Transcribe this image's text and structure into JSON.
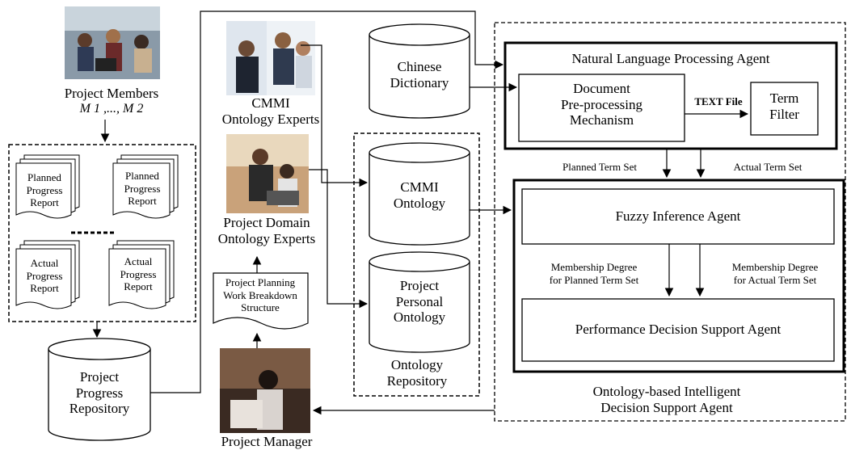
{
  "members": {
    "title": "Project Members",
    "subscript": "M 1 ,..., M 2"
  },
  "reports": {
    "planned_1": "Planned\nProgress\nReport",
    "planned_2": "Planned\nProgress\nReport",
    "actual_1": "Actual\nProgress\nReport",
    "actual_2": "Actual\nProgress\nReport"
  },
  "progress_repository": "Project\nProgress\nRepository",
  "cmmi_experts": "CMMI\nOntology Experts",
  "domain_experts": "Project Domain\nOntology Experts",
  "wbs": "Project Planning\nWork Breakdown\nStructure",
  "project_manager": "Project Manager",
  "chinese_dictionary": "Chinese\nDictionary",
  "cmmi_ontology": "CMMI\nOntology",
  "personal_ontology": "Project\nPersonal\nOntology",
  "ontology_repository": "Ontology\nRepository",
  "nlp_agent": {
    "title": "Natural Language Processing Agent",
    "doc_mechanism": "Document\nPre-processing\nMechanism",
    "text_file": "TEXT File",
    "term_filter": "Term\nFilter"
  },
  "planned_term_set": "Planned Term Set",
  "actual_term_set": "Actual Term Set",
  "fuzzy_agent": "Fuzzy Inference Agent",
  "membership_planned": "Membership Degree\nfor Planned Term Set",
  "membership_actual": "Membership Degree\nfor Actual Term Set",
  "performance_agent": "Performance Decision Support Agent",
  "decision_support_agent": "Ontology-based Intelligent\nDecision Support Agent"
}
